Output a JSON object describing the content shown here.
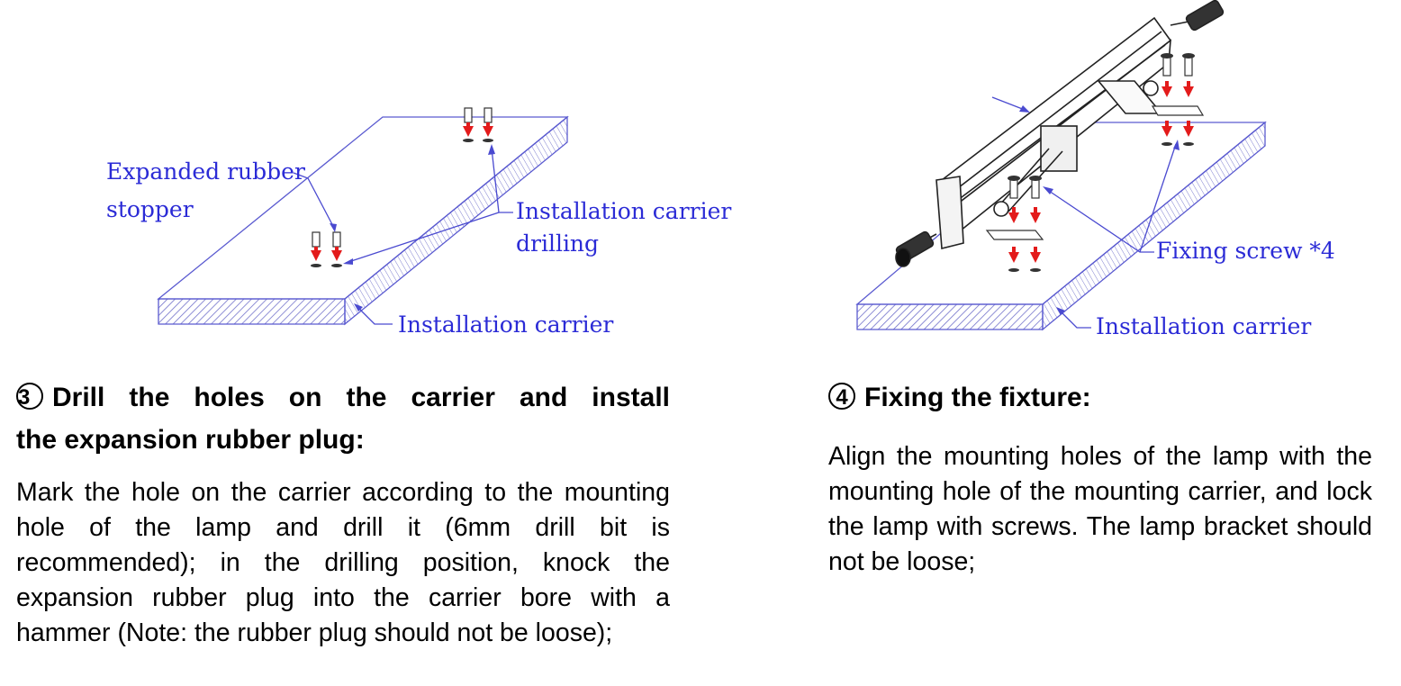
{
  "figure_left": {
    "label_rubber_stopper_1": "Expanded rubber",
    "label_rubber_stopper_2": "stopper",
    "label_drilling_1": "Installation carrier",
    "label_drilling_2": "drilling",
    "label_carrier": "Installation carrier"
  },
  "figure_right": {
    "label_screw": "Fixing screw *4",
    "label_carrier": "Installation carrier"
  },
  "step3": {
    "number": "3",
    "heading_line1": "Drill the holes on the carrier and install",
    "heading_line2": "the expansion rubber plug:",
    "body": "Mark the hole on the carrier according to the mounting hole of the lamp and drill it (6mm drill bit is recommended); in the drilling position, knock the expansion rubber plug into the carrier bore with a hammer (Note: the rubber plug should not be loose);"
  },
  "step4": {
    "number": "4",
    "heading": "Fixing the fixture:",
    "body": "Align the mounting holes of the lamp with the mounting hole of the mounting carrier, and lock the lamp with screws. The lamp bracket should not be loose;"
  },
  "colors": {
    "label_blue": "#2b2bd6",
    "arrow_red": "#e31b1b",
    "line_blue": "#4a4ad0"
  }
}
